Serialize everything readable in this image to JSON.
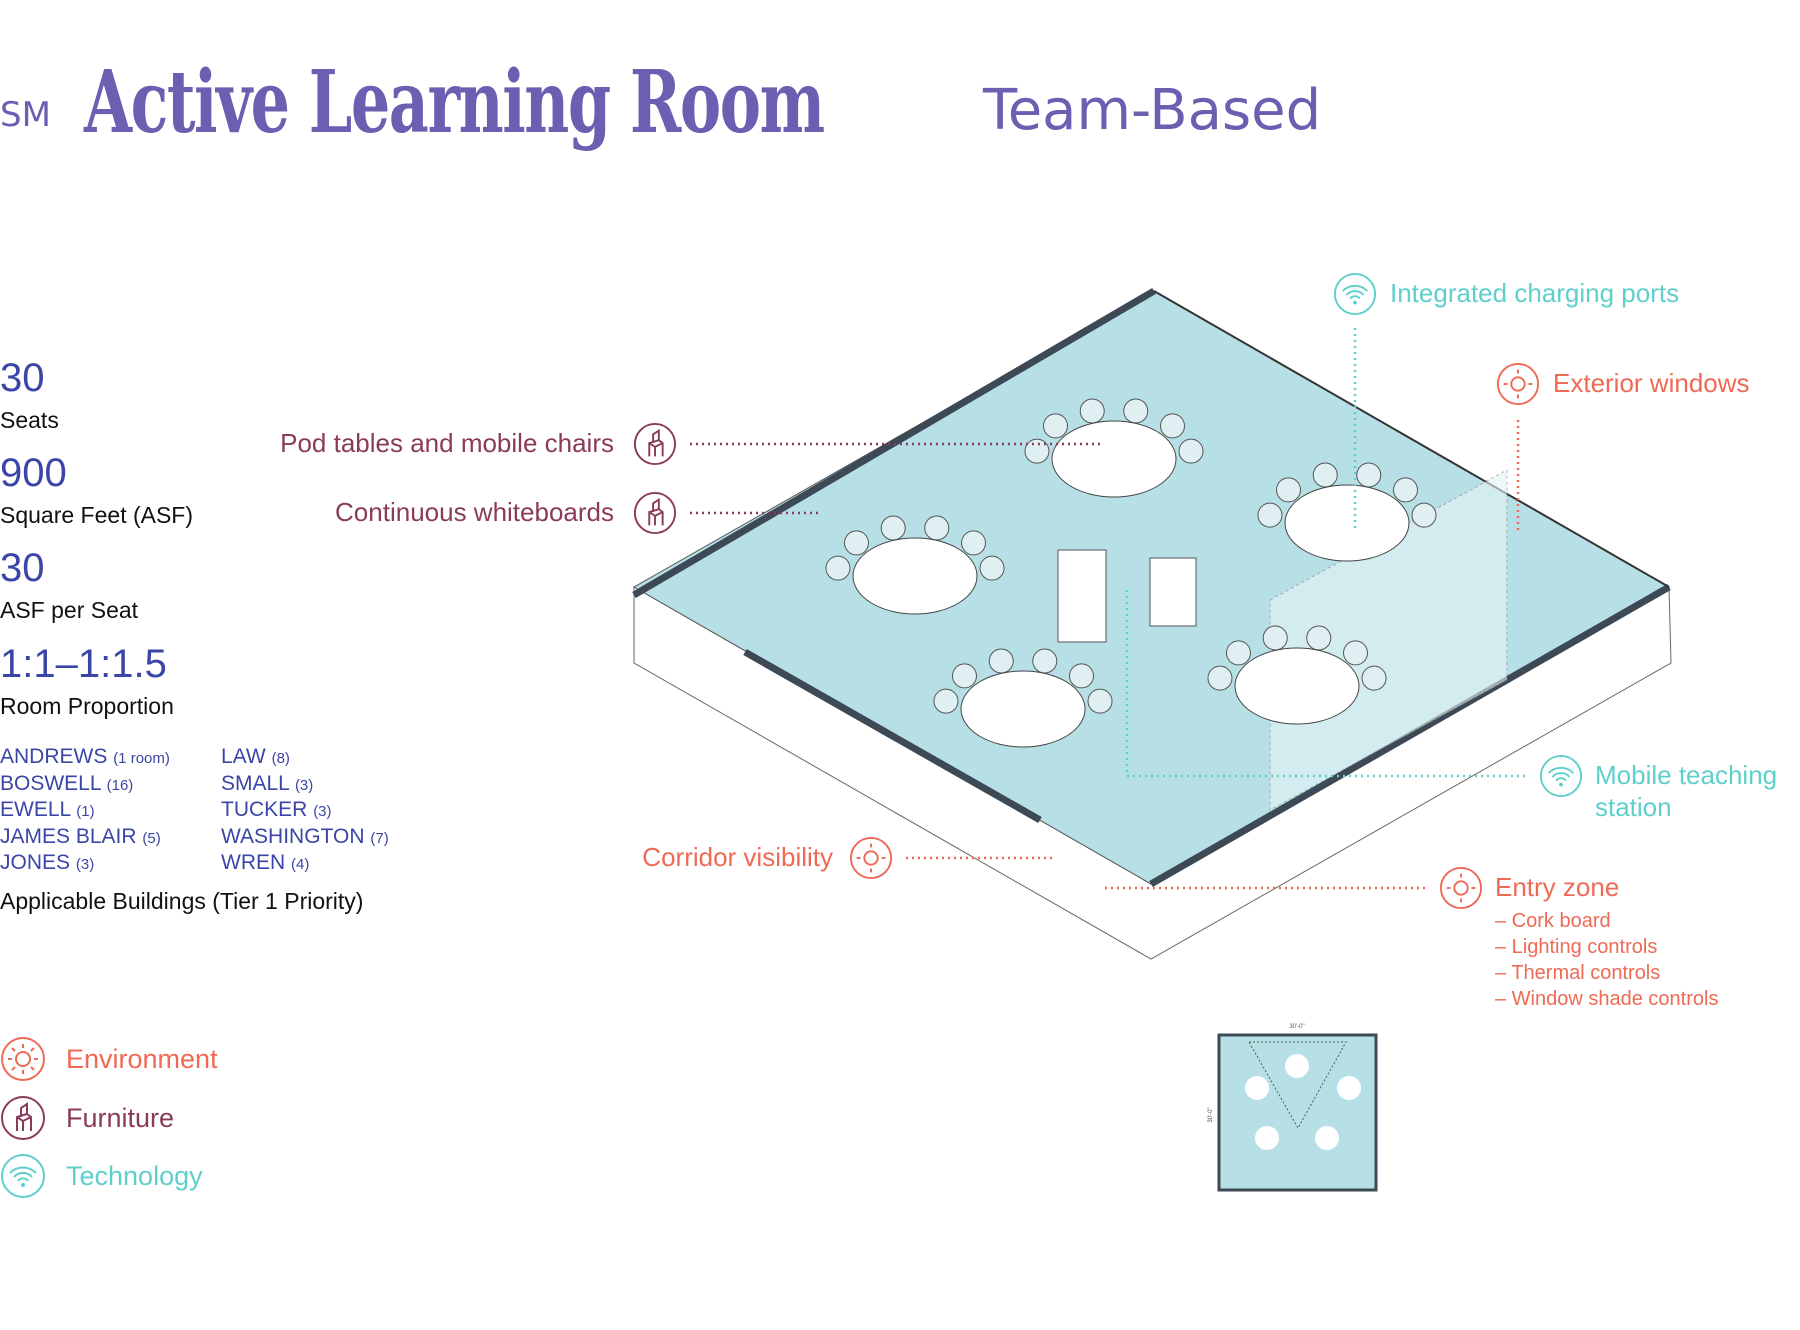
{
  "header": {
    "prefix": "SM",
    "title": "Active Learning Room",
    "subtitle": "Team-Based"
  },
  "stats": [
    {
      "value": "30",
      "label": "Seats"
    },
    {
      "value": "900",
      "label": "Square Feet (ASF)"
    },
    {
      "value": "30",
      "label": "ASF per Seat"
    },
    {
      "value": "1:1–1:1.5",
      "label": "Room Proportion"
    }
  ],
  "buildings": {
    "col1": [
      {
        "name": "ANDREWS",
        "count": "(1 room)"
      },
      {
        "name": "BOSWELL",
        "count": "(16)"
      },
      {
        "name": "EWELL",
        "count": "(1)"
      },
      {
        "name": "JAMES BLAIR",
        "count": "(5)"
      },
      {
        "name": "JONES",
        "count": "(3)"
      }
    ],
    "col2": [
      {
        "name": "LAW",
        "count": "(8)"
      },
      {
        "name": "SMALL",
        "count": "(3)"
      },
      {
        "name": "TUCKER",
        "count": "(3)"
      },
      {
        "name": "WASHINGTON",
        "count": "(7)"
      },
      {
        "name": "WREN",
        "count": "(4)"
      }
    ],
    "caption": "Applicable Buildings (Tier 1 Priority)"
  },
  "legend": [
    {
      "label": "Environment",
      "icon": "sun-icon",
      "color": "#ee6a55"
    },
    {
      "label": "Furniture",
      "icon": "chair-icon",
      "color": "#8a3a5a"
    },
    {
      "label": "Technology",
      "icon": "wifi-icon",
      "color": "#5fcfcb"
    }
  ],
  "callouts": {
    "pod_tables": "Pod tables and mobile chairs",
    "whiteboards": "Continuous whiteboards",
    "charging": "Integrated charging ports",
    "windows": "Exterior windows",
    "teaching_station_1": "Mobile teaching",
    "teaching_station_2": "station",
    "corridor": "Corridor visibility",
    "entry": "Entry zone",
    "entry_items": [
      "– Cork board",
      "– Lighting controls",
      "– Thermal controls",
      "– Window shade controls"
    ]
  },
  "plan": {
    "width_dim": "30'-0\"",
    "depth_dim": "30'-0\""
  },
  "colors": {
    "title": "#6a5fb0",
    "stats": "#3b45a8",
    "environment": "#ee6a55",
    "furniture": "#8a3a5a",
    "technology": "#5fcfcb",
    "floor": "#b7e0e6"
  }
}
